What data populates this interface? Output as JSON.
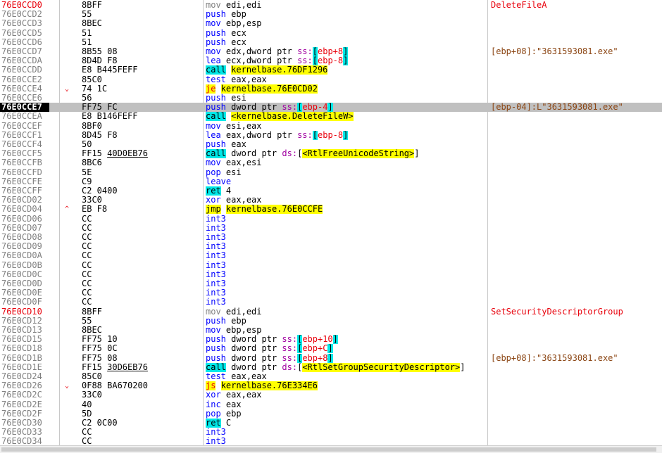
{
  "rows": [
    {
      "addr": "76E0CCD0",
      "bytes": "8BFF",
      "m": "mov",
      "ops": [
        {
          "t": "edi,edi",
          "k": "reg"
        }
      ],
      "comment": "DeleteFileA",
      "addr_red": true,
      "cmt_red": true,
      "grey": true
    },
    {
      "addr": "76E0CCD2",
      "bytes": "55",
      "m": "push",
      "ops": [
        {
          "t": "ebp",
          "k": "reg"
        }
      ]
    },
    {
      "addr": "76E0CCD3",
      "bytes": "8BEC",
      "m": "mov",
      "ops": [
        {
          "t": "ebp,esp",
          "k": "reg"
        }
      ]
    },
    {
      "addr": "76E0CCD5",
      "bytes": "51",
      "m": "push",
      "ops": [
        {
          "t": "ecx",
          "k": "reg"
        }
      ]
    },
    {
      "addr": "76E0CCD6",
      "bytes": "51",
      "m": "push",
      "ops": [
        {
          "t": "ecx",
          "k": "reg"
        }
      ]
    },
    {
      "addr": "76E0CCD7",
      "bytes": "8B55 08",
      "m": "mov",
      "ops": [
        {
          "t": "edx,dword ptr ",
          "k": "reg"
        },
        {
          "t": "ss:",
          "k": "seg"
        },
        {
          "t": "[",
          "k": "br"
        },
        {
          "t": "ebp+8",
          "k": "mem"
        },
        {
          "t": "]",
          "k": "br"
        }
      ],
      "comment": "[ebp+08]:\"3631593081.exe\""
    },
    {
      "addr": "76E0CCDA",
      "bytes": "8D4D F8",
      "m": "lea",
      "ops": [
        {
          "t": "ecx,dword ptr ",
          "k": "reg"
        },
        {
          "t": "ss:",
          "k": "seg"
        },
        {
          "t": "[",
          "k": "br"
        },
        {
          "t": "ebp-8",
          "k": "mem"
        },
        {
          "t": "]",
          "k": "br"
        }
      ]
    },
    {
      "addr": "76E0CCDD",
      "bytes": "E8 B445FEFF",
      "m": "call",
      "mk": "call",
      "ops": [
        {
          "t": " ",
          "k": "reg"
        },
        {
          "t": "kernelbase.76DF1296",
          "k": "tgt"
        }
      ]
    },
    {
      "addr": "76E0CCE2",
      "bytes": "85C0",
      "m": "test",
      "ops": [
        {
          "t": "eax,eax",
          "k": "reg"
        }
      ]
    },
    {
      "addr": "76E0CCE4",
      "bytes": "74 1C",
      "m": "je",
      "mk": "jc",
      "ops": [
        {
          "t": " ",
          "k": "reg"
        },
        {
          "t": "kernelbase.76E0CD02",
          "k": "tgt"
        }
      ],
      "jmp": "⌄"
    },
    {
      "addr": "76E0CCE6",
      "bytes": "56",
      "m": "push",
      "ops": [
        {
          "t": "esi",
          "k": "reg"
        }
      ]
    },
    {
      "addr": "76E0CCE7",
      "bytes": "FF75 FC",
      "m": "push",
      "ops": [
        {
          "t": "dword ptr ",
          "k": "reg"
        },
        {
          "t": "ss:",
          "k": "seg"
        },
        {
          "t": "[",
          "k": "br"
        },
        {
          "t": "ebp-4",
          "k": "mem"
        },
        {
          "t": "]",
          "k": "br"
        }
      ],
      "comment": "[ebp-04]:L\"3631593081.exe\"",
      "current": true
    },
    {
      "addr": "76E0CCEA",
      "bytes": "E8 B146FEFF",
      "m": "call",
      "mk": "call",
      "ops": [
        {
          "t": " ",
          "k": "reg"
        },
        {
          "t": "<kernelbase.DeleteFileW>",
          "k": "tgt"
        }
      ]
    },
    {
      "addr": "76E0CCEF",
      "bytes": "8BF0",
      "m": "mov",
      "ops": [
        {
          "t": "esi,eax",
          "k": "reg"
        }
      ]
    },
    {
      "addr": "76E0CCF1",
      "bytes": "8D45 F8",
      "m": "lea",
      "ops": [
        {
          "t": "eax,dword ptr ",
          "k": "reg"
        },
        {
          "t": "ss:",
          "k": "seg"
        },
        {
          "t": "[",
          "k": "br"
        },
        {
          "t": "ebp-8",
          "k": "mem"
        },
        {
          "t": "]",
          "k": "br"
        }
      ]
    },
    {
      "addr": "76E0CCF4",
      "bytes": "50",
      "m": "push",
      "ops": [
        {
          "t": "eax",
          "k": "reg"
        }
      ]
    },
    {
      "addr": "76E0CCF5",
      "bytes": "FF15 40D0EB76",
      "bytes_u": "40D0EB76",
      "m": "call",
      "mk": "call",
      "ops": [
        {
          "t": " dword ptr ",
          "k": "reg"
        },
        {
          "t": "ds:",
          "k": "seg"
        },
        {
          "t": "[",
          "k": "reg"
        },
        {
          "t": "<RtlFreeUnicodeString>",
          "k": "tgt"
        },
        {
          "t": "]",
          "k": "reg"
        }
      ]
    },
    {
      "addr": "76E0CCFB",
      "bytes": "8BC6",
      "m": "mov",
      "ops": [
        {
          "t": "eax,esi",
          "k": "reg"
        }
      ]
    },
    {
      "addr": "76E0CCFD",
      "bytes": "5E",
      "m": "pop",
      "ops": [
        {
          "t": "esi",
          "k": "reg"
        }
      ]
    },
    {
      "addr": "76E0CCFE",
      "bytes": "C9",
      "m": "leave",
      "ops": []
    },
    {
      "addr": "76E0CCFF",
      "bytes": "C2 0400",
      "m": "ret",
      "mk": "retm",
      "ops": [
        {
          "t": " 4",
          "k": "reg"
        }
      ]
    },
    {
      "addr": "76E0CD02",
      "bytes": "33C0",
      "m": "xor",
      "ops": [
        {
          "t": "eax,eax",
          "k": "reg"
        }
      ]
    },
    {
      "addr": "76E0CD04",
      "bytes": "EB F8",
      "m": "jmp",
      "mk": "jmpm",
      "ops": [
        {
          "t": " ",
          "k": "reg"
        },
        {
          "t": "kernelbase.76E0CCFE",
          "k": "tgt"
        }
      ],
      "jmp": "^"
    },
    {
      "addr": "76E0CD06",
      "bytes": "CC",
      "m": "int3",
      "ops": []
    },
    {
      "addr": "76E0CD07",
      "bytes": "CC",
      "m": "int3",
      "ops": []
    },
    {
      "addr": "76E0CD08",
      "bytes": "CC",
      "m": "int3",
      "ops": []
    },
    {
      "addr": "76E0CD09",
      "bytes": "CC",
      "m": "int3",
      "ops": []
    },
    {
      "addr": "76E0CD0A",
      "bytes": "CC",
      "m": "int3",
      "ops": []
    },
    {
      "addr": "76E0CD0B",
      "bytes": "CC",
      "m": "int3",
      "ops": []
    },
    {
      "addr": "76E0CD0C",
      "bytes": "CC",
      "m": "int3",
      "ops": []
    },
    {
      "addr": "76E0CD0D",
      "bytes": "CC",
      "m": "int3",
      "ops": []
    },
    {
      "addr": "76E0CD0E",
      "bytes": "CC",
      "m": "int3",
      "ops": []
    },
    {
      "addr": "76E0CD0F",
      "bytes": "CC",
      "m": "int3",
      "ops": []
    },
    {
      "addr": "76E0CD10",
      "bytes": "8BFF",
      "m": "mov",
      "ops": [
        {
          "t": "edi,edi",
          "k": "reg"
        }
      ],
      "comment": "SetSecurityDescriptorGroup",
      "addr_red": true,
      "cmt_red": true,
      "grey": true
    },
    {
      "addr": "76E0CD12",
      "bytes": "55",
      "m": "push",
      "ops": [
        {
          "t": "ebp",
          "k": "reg"
        }
      ]
    },
    {
      "addr": "76E0CD13",
      "bytes": "8BEC",
      "m": "mov",
      "ops": [
        {
          "t": "ebp,esp",
          "k": "reg"
        }
      ]
    },
    {
      "addr": "76E0CD15",
      "bytes": "FF75 10",
      "m": "push",
      "ops": [
        {
          "t": "dword ptr ",
          "k": "reg"
        },
        {
          "t": "ss:",
          "k": "seg"
        },
        {
          "t": "[",
          "k": "br"
        },
        {
          "t": "ebp+10",
          "k": "mem"
        },
        {
          "t": "]",
          "k": "br"
        }
      ]
    },
    {
      "addr": "76E0CD18",
      "bytes": "FF75 0C",
      "m": "push",
      "ops": [
        {
          "t": "dword ptr ",
          "k": "reg"
        },
        {
          "t": "ss:",
          "k": "seg"
        },
        {
          "t": "[",
          "k": "br"
        },
        {
          "t": "ebp+C",
          "k": "mem"
        },
        {
          "t": "]",
          "k": "br"
        }
      ]
    },
    {
      "addr": "76E0CD1B",
      "bytes": "FF75 08",
      "m": "push",
      "ops": [
        {
          "t": "dword ptr ",
          "k": "reg"
        },
        {
          "t": "ss:",
          "k": "seg"
        },
        {
          "t": "[",
          "k": "br"
        },
        {
          "t": "ebp+8",
          "k": "mem"
        },
        {
          "t": "]",
          "k": "br"
        }
      ],
      "comment": "[ebp+08]:\"3631593081.exe\""
    },
    {
      "addr": "76E0CD1E",
      "bytes": "FF15 30D6EB76",
      "bytes_u": "30D6EB76",
      "m": "call",
      "mk": "call",
      "ops": [
        {
          "t": " dword ptr ",
          "k": "reg"
        },
        {
          "t": "ds:",
          "k": "seg"
        },
        {
          "t": "[",
          "k": "reg"
        },
        {
          "t": "<RtlSetGroupSecurityDescriptor>",
          "k": "tgt"
        },
        {
          "t": "]",
          "k": "reg"
        }
      ]
    },
    {
      "addr": "76E0CD24",
      "bytes": "85C0",
      "m": "test",
      "ops": [
        {
          "t": "eax,eax",
          "k": "reg"
        }
      ]
    },
    {
      "addr": "76E0CD26",
      "bytes": "0F88 BA670200",
      "m": "js",
      "mk": "jc",
      "ops": [
        {
          "t": " ",
          "k": "reg"
        },
        {
          "t": "kernelbase.76E334E6",
          "k": "tgt"
        }
      ],
      "jmp": "⌄"
    },
    {
      "addr": "76E0CD2C",
      "bytes": "33C0",
      "m": "xor",
      "ops": [
        {
          "t": "eax,eax",
          "k": "reg"
        }
      ]
    },
    {
      "addr": "76E0CD2E",
      "bytes": "40",
      "m": "inc",
      "ops": [
        {
          "t": "eax",
          "k": "reg"
        }
      ]
    },
    {
      "addr": "76E0CD2F",
      "bytes": "5D",
      "m": "pop",
      "ops": [
        {
          "t": "ebp",
          "k": "reg"
        }
      ]
    },
    {
      "addr": "76E0CD30",
      "bytes": "C2 0C00",
      "m": "ret",
      "mk": "retm",
      "ops": [
        {
          "t": " C",
          "k": "reg"
        }
      ]
    },
    {
      "addr": "76E0CD33",
      "bytes": "CC",
      "m": "int3",
      "ops": []
    },
    {
      "addr": "76E0CD34",
      "bytes": "CC",
      "m": "int3",
      "ops": []
    }
  ]
}
